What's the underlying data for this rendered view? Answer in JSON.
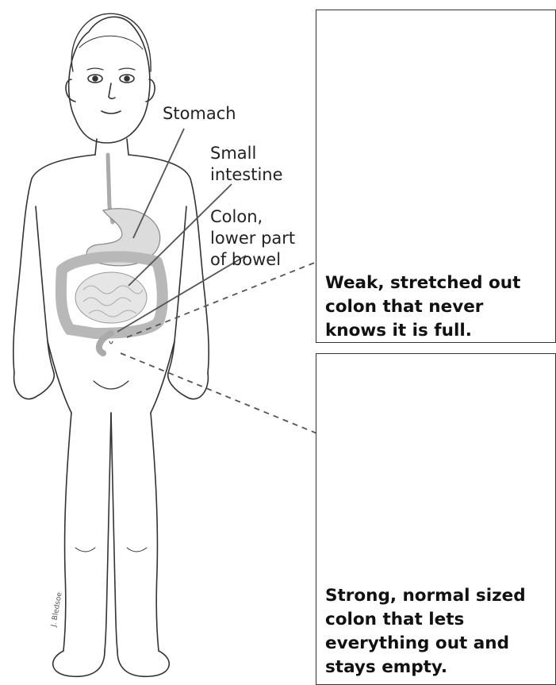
{
  "labels": {
    "stomach": "Stomach",
    "small_intestine": [
      "Small",
      "intestine"
    ],
    "colon": [
      "Colon,",
      "lower part",
      "of bowel"
    ]
  },
  "captions": {
    "weak": [
      "Weak, stretched out",
      "colon that never",
      "knows it is full."
    ],
    "strong": [
      "Strong, normal sized",
      "colon that lets",
      "everything out and",
      "stays empty."
    ]
  },
  "signature": "J. Bledsoe",
  "colors": {
    "colon_pink": "#e9a6d4",
    "colon_wall": "#c0457f",
    "stool_brown": "#8b4a2b",
    "organ_gray": "#d8d8d8",
    "line": "#444444"
  }
}
